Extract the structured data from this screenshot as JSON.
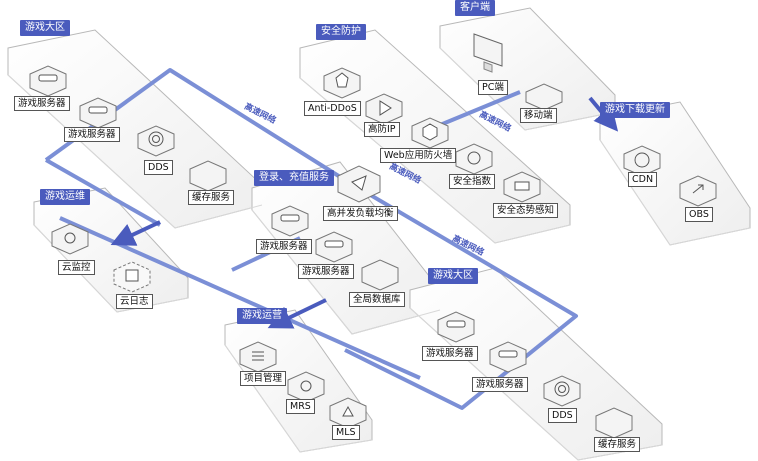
{
  "zones": {
    "game_area_1": "游戏大区",
    "security": "安全防护",
    "client": "客户端",
    "download": "游戏下载更新",
    "ops": "游戏运维",
    "login": "登录、充值服务",
    "game_area_2": "游戏大区",
    "operations": "游戏运营"
  },
  "nodes": {
    "game_server_1": "游戏服务器",
    "game_server_2": "游戏服务器",
    "dds_1": "DDS",
    "cache_1": "缓存服务",
    "anti_ddos": "Anti-DDoS",
    "high_ip": "高防IP",
    "waf": "Web应用防火墙",
    "security_index": "安全指数",
    "situation_awareness": "安全态势感知",
    "pc": "PC端",
    "mobile": "移动端",
    "cdn": "CDN",
    "obs": "OBS",
    "cloud_monitor": "云监控",
    "cloud_log": "云日志",
    "elb": "高并发负载均衡",
    "login_server_1": "游戏服务器",
    "login_server_2": "游戏服务器",
    "global_db": "全局数据库",
    "game_server_3": "游戏服务器",
    "game_server_4": "游戏服务器",
    "dds_2": "DDS",
    "cache_2": "缓存服务",
    "project_mgmt": "项目管理",
    "mrs": "MRS",
    "mls": "MLS"
  },
  "links": {
    "l1": "高速网络",
    "l2": "高速网络",
    "l3": "高速网络",
    "l4": "高速网络"
  },
  "colors": {
    "accent": "#4a5bbd",
    "line": "#7b8fd6",
    "panel_edge": "#b8b8b8"
  }
}
